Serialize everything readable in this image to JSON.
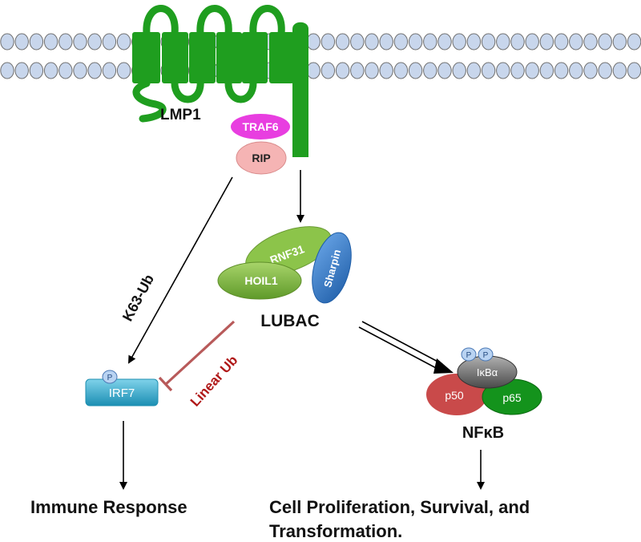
{
  "colors": {
    "membrane_fill": "#c8d6ec",
    "membrane_stroke": "#6e6e6e",
    "lmp1": "#1f9e1f",
    "traf6": "#e83ee0",
    "rip": "#f5b4b4",
    "hoil1": "#7fb83d",
    "rnf31": "#8cc44a",
    "sharpin": "#3c7fcd",
    "irf7": "#2fa8c8",
    "phospho": "#b9d3f2",
    "ikba": "#6f6f6f",
    "p50": "#c94a4a",
    "p65": "#14931c",
    "inhibition": "#b85a5a",
    "linear_ub_text": "#b01818",
    "arrow": "#000000"
  },
  "labels": {
    "lmp1": "LMP1",
    "traf6": "TRAF6",
    "rip": "RIP",
    "rnf31": "RNF31",
    "hoil1": "HOIL1",
    "sharpin": "Sharpin",
    "lubac": "LUBAC",
    "k63_ub": "K63-Ub",
    "linear_ub": "Linear Ub",
    "irf7": "IRF7",
    "phospho": "P",
    "ikba": "IκBα",
    "p50": "p50",
    "p65": "p65",
    "nfkb": "NFκB",
    "immune_response": "Immune Response",
    "cell_fate_line1": "Cell Proliferation, Survival, and",
    "cell_fate_line2": "Transformation."
  }
}
